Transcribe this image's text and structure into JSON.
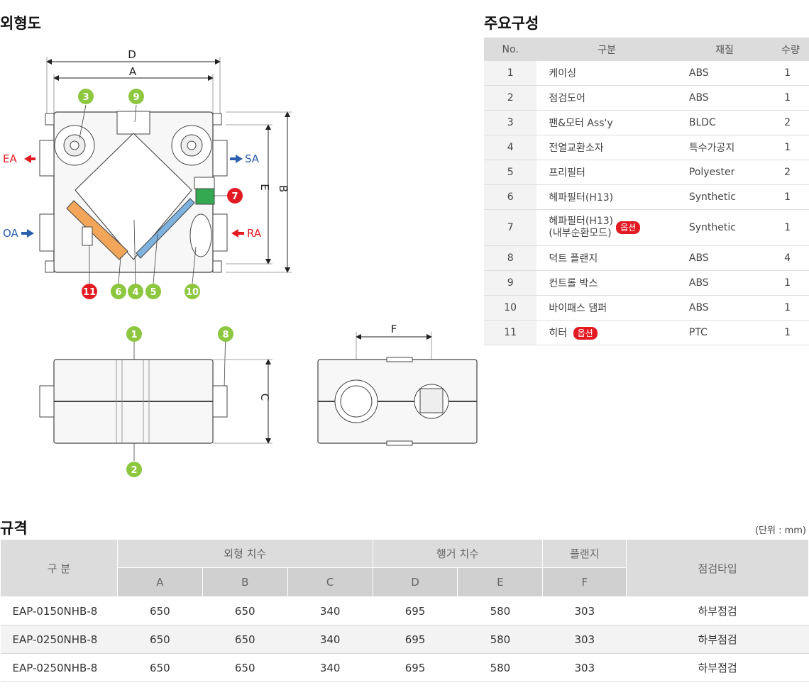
{
  "headings": {
    "outline": "외형도",
    "components": "주요구성",
    "specs": "규격"
  },
  "diagram": {
    "dim_labels": {
      "a": "A",
      "b": "B",
      "c": "C",
      "d": "D",
      "e": "E",
      "f": "F"
    },
    "air_labels": {
      "ea": "EA",
      "sa": "SA",
      "oa": "OA",
      "ra": "RA"
    },
    "colors": {
      "green": "#8dc63f",
      "red": "#e21b23",
      "blue": "#2a5fb0",
      "orange": "#f3a65a",
      "ventGreen": "#35a852",
      "filterBlue": "#7fb3df"
    },
    "badges": {
      "b1": "1",
      "b2": "2",
      "b3": "3",
      "b4": "4",
      "b5": "5",
      "b6": "6",
      "b7": "7",
      "b8": "8",
      "b9": "9",
      "b10": "10",
      "b11": "11"
    }
  },
  "components": {
    "headers": {
      "no": "No.",
      "category": "구분",
      "material": "재질",
      "qty": "수량"
    },
    "option_label": "옵션",
    "rows": [
      {
        "no": "1",
        "name": "케이싱",
        "material": "ABS",
        "qty": "1"
      },
      {
        "no": "2",
        "name": "점검도어",
        "material": "ABS",
        "qty": "1"
      },
      {
        "no": "3",
        "name": "팬&모터 Ass'y",
        "material": "BLDC",
        "qty": "2"
      },
      {
        "no": "4",
        "name": "전열교환소자",
        "material": "특수가공지",
        "qty": "1"
      },
      {
        "no": "5",
        "name": "프리필터",
        "material": "Polyester",
        "qty": "2"
      },
      {
        "no": "6",
        "name": "헤파필터(H13)",
        "material": "Synthetic",
        "qty": "1"
      },
      {
        "no": "7",
        "name": "헤파필터(H13)",
        "name2": "(내부순환모드)",
        "material": "Synthetic",
        "qty": "1"
      },
      {
        "no": "8",
        "name": "덕트 플랜지",
        "material": "ABS",
        "qty": "4"
      },
      {
        "no": "9",
        "name": "컨트롤 박스",
        "material": "ABS",
        "qty": "1"
      },
      {
        "no": "10",
        "name": "바이패스 댐퍼",
        "material": "ABS",
        "qty": "1"
      },
      {
        "no": "11",
        "name": "히터",
        "material": "PTC",
        "qty": "1"
      }
    ]
  },
  "specs": {
    "unit": "(단위 : mm)",
    "headers": {
      "category": "구 분",
      "outer": "외형 치수",
      "hanger": "행거 치수",
      "flange": "플랜지",
      "inspection": "점검타입",
      "a": "A",
      "b": "B",
      "c": "C",
      "d": "D",
      "e": "E",
      "f": "F"
    },
    "rows": [
      {
        "model": "EAP-0150NHB-8",
        "a": "650",
        "b": "650",
        "c": "340",
        "d": "695",
        "e": "580",
        "f": "303",
        "type": "하부점검"
      },
      {
        "model": "EAP-0250NHB-8",
        "a": "650",
        "b": "650",
        "c": "340",
        "d": "695",
        "e": "580",
        "f": "303",
        "type": "하부점검"
      },
      {
        "model": "EAP-0250NHB-8",
        "a": "650",
        "b": "650",
        "c": "340",
        "d": "695",
        "e": "580",
        "f": "303",
        "type": "하부점검"
      }
    ]
  }
}
